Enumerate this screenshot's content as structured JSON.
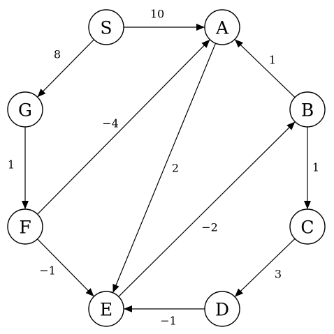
{
  "graph": {
    "directed": true,
    "nodes": [
      {
        "id": "S",
        "label": "S"
      },
      {
        "id": "A",
        "label": "A"
      },
      {
        "id": "G",
        "label": "G"
      },
      {
        "id": "B",
        "label": "B"
      },
      {
        "id": "F",
        "label": "F"
      },
      {
        "id": "C",
        "label": "C"
      },
      {
        "id": "E",
        "label": "E"
      },
      {
        "id": "D",
        "label": "D"
      }
    ],
    "edges": [
      {
        "from": "S",
        "to": "A",
        "weight": "10"
      },
      {
        "from": "S",
        "to": "G",
        "weight": "8"
      },
      {
        "from": "G",
        "to": "F",
        "weight": "1"
      },
      {
        "from": "F",
        "to": "A",
        "weight": "−4"
      },
      {
        "from": "A",
        "to": "E",
        "weight": "2"
      },
      {
        "from": "B",
        "to": "A",
        "weight": "1"
      },
      {
        "from": "B",
        "to": "C",
        "weight": "1"
      },
      {
        "from": "E",
        "to": "B",
        "weight": "−2"
      },
      {
        "from": "F",
        "to": "E",
        "weight": "−1"
      },
      {
        "from": "C",
        "to": "D",
        "weight": "3"
      },
      {
        "from": "D",
        "to": "E",
        "weight": "−1"
      }
    ]
  }
}
